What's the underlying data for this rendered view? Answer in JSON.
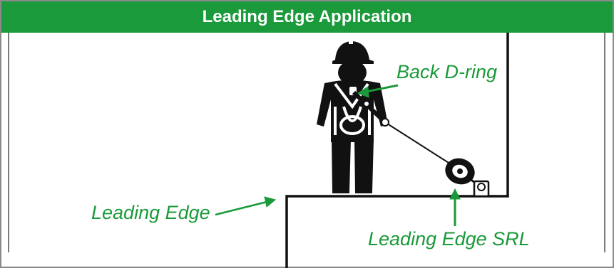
{
  "header": {
    "title": "Leading Edge Application"
  },
  "labels": {
    "back_dring": "Back D-ring",
    "leading_edge": "Leading Edge",
    "leading_edge_srl": "Leading Edge SRL"
  },
  "colors": {
    "accent_green": "#1a9a3a",
    "line_gray": "#8a8a8a",
    "ink": "#111111"
  },
  "icons": {
    "worker": "worker-with-harness-icon",
    "srl": "self-retracting-lifeline-icon"
  }
}
